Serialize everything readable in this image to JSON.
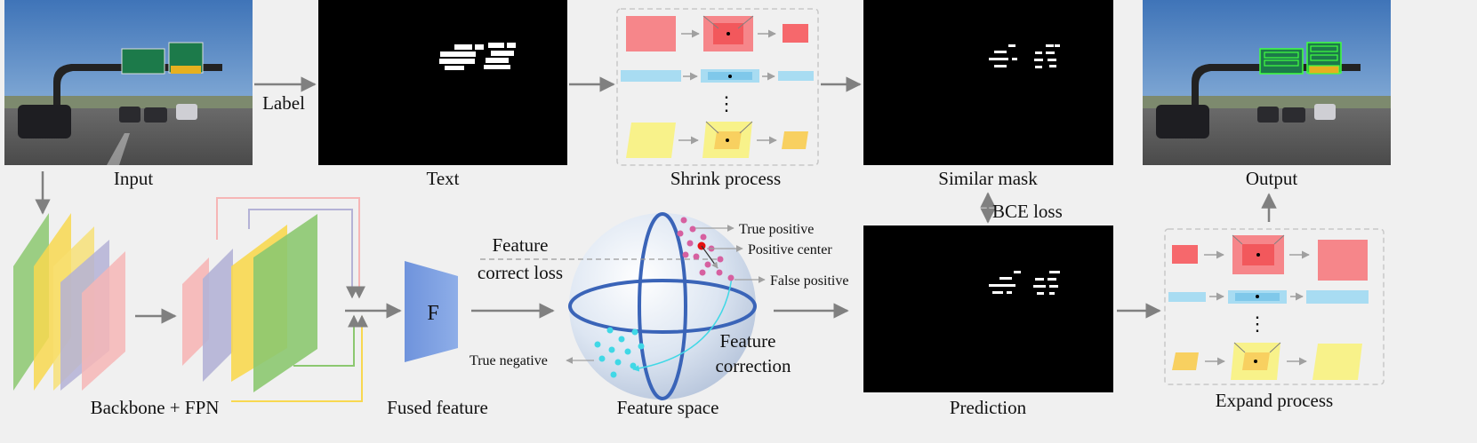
{
  "labels": {
    "input": "Input",
    "text": "Text",
    "shrink_process": "Shrink process",
    "similar_mask": "Similar mask",
    "output": "Output",
    "label_arrow": "Label",
    "bce_loss": "BCE loss",
    "backbone_fpn": "Backbone + FPN",
    "fused_feature": "Fused feature",
    "feature_space": "Feature space",
    "prediction": "Prediction",
    "expand_process": "Expand process",
    "feature_correct_loss_1": "Feature",
    "feature_correct_loss_2": "correct loss",
    "f_block": "F",
    "true_positive": "True positive",
    "positive_center": "Positive center",
    "false_positive": "False positive",
    "true_negative": "True negative",
    "feature_correction_1": "Feature",
    "feature_correction_2": "correction",
    "ellipsis": "⋮",
    "ellipsis_2": "⋮"
  },
  "colors": {
    "background": "#f0f0f0",
    "arrow": "#808080",
    "red_box": "#f6868a",
    "blue_box": "#a8dcf2",
    "yellow_box": "#f8f28a",
    "green_layer": "#8cc870",
    "yellow_layer": "#f8d850",
    "purple_layer": "#b4b2d6",
    "pink_layer": "#f6b6b6",
    "f_block": "#7b9ee0",
    "sphere_edge": "#3a64b8",
    "true_positive_dot": "#d660a0",
    "positive_center_dot": "#e61010",
    "negative_dot": "#40d8e6"
  }
}
